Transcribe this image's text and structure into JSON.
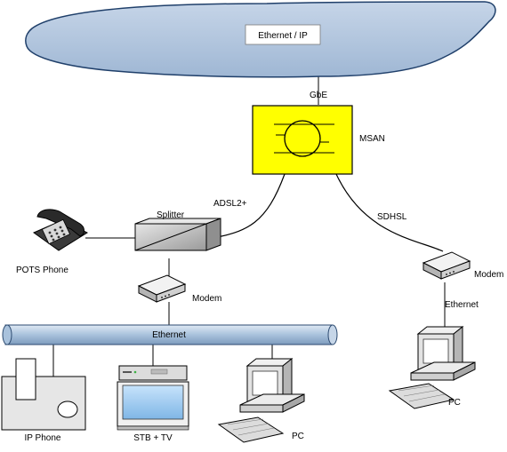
{
  "cloud": {
    "label": "Ethernet / IP"
  },
  "links": {
    "gbe": "GbE",
    "adsl": "ADSL2+",
    "sdhsl": "SDHSL",
    "ethernet_right": "Ethernet"
  },
  "msan": {
    "label": "MSAN"
  },
  "splitter": {
    "label": "Splitter"
  },
  "pots_phone": {
    "label": "POTS Phone"
  },
  "modem_left": {
    "label": "Modem"
  },
  "modem_right": {
    "label": "Modem"
  },
  "lan_bus": {
    "label": "Ethernet"
  },
  "ip_phone": {
    "label": "IP Phone"
  },
  "stb_tv": {
    "label": "STB + TV"
  },
  "pc_left": {
    "label": "PC"
  },
  "pc_right": {
    "label": "PC"
  },
  "colors": {
    "cloud_fill": "#b0c4de",
    "msan_fill": "#ffff00",
    "bus_fill": "#a9c2dc",
    "splitter_fill": "#c9c9c9"
  }
}
